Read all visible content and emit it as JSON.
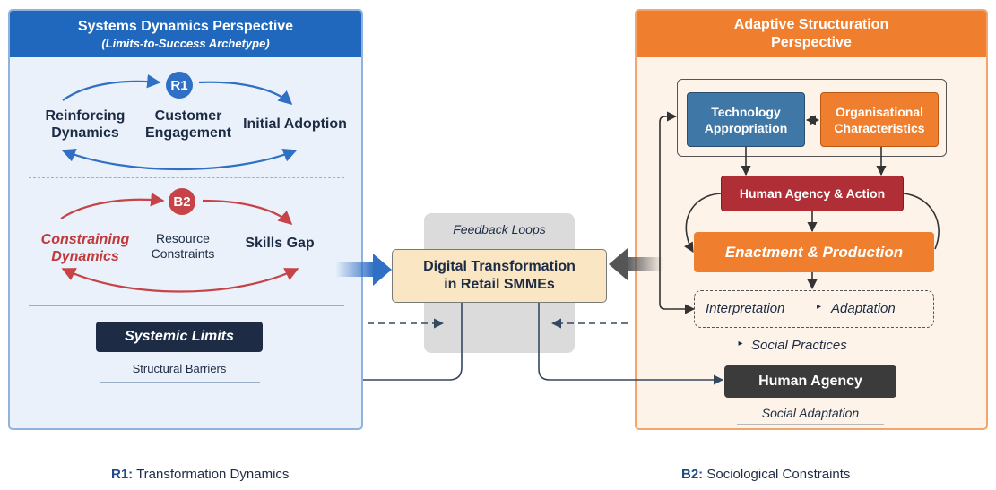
{
  "left_panel": {
    "title": "Systems Dynamics Perspective",
    "subtitle": "(Limits-to-Success Archetype)",
    "reinforcing": {
      "badge": "R1",
      "left_label": [
        "Reinforcing",
        "Dynamics"
      ],
      "center_label": [
        "Customer",
        "Engagement"
      ],
      "right_label": "Initial Adoption"
    },
    "balancing": {
      "badge": "B2",
      "left_label": [
        "Constraining",
        "Dynamics"
      ],
      "center_label": [
        "Resource",
        "Constraints"
      ],
      "right_label": "Skills Gap"
    },
    "limits_label": "Systemic Limits",
    "limits_caption": "Structural Barriers"
  },
  "center": {
    "feedback_label": "Feedback Loops",
    "box_label": [
      "Digital Transformation",
      "in Retail SMMEs"
    ]
  },
  "right_panel": {
    "title": [
      "Adaptive Structuration",
      "Perspective"
    ],
    "technology": [
      "Technology",
      "Appropriation"
    ],
    "organisational": [
      "Organisational",
      "Characteristics"
    ],
    "human_agency_action": "Human Agency & Action",
    "enactment": "Enactment & Production",
    "interpretation": "Interpretation",
    "adaptation": "Adaptation",
    "social_practices": "Social Practices",
    "human_agency": "Human Agency",
    "social_adaptation": "Social Adaptation"
  },
  "footer": {
    "left_key": "R1:",
    "left_text": "Transformation Dynamics",
    "right_key": "B2:",
    "right_text": "Sociological Constraints"
  },
  "colors": {
    "blue_header": "#1f68bd",
    "orange_header": "#ef7f2e",
    "reinforcing_loop": "#2f6fc4",
    "balancing_loop": "#c64447",
    "dark_navy": "#1d2b45"
  }
}
